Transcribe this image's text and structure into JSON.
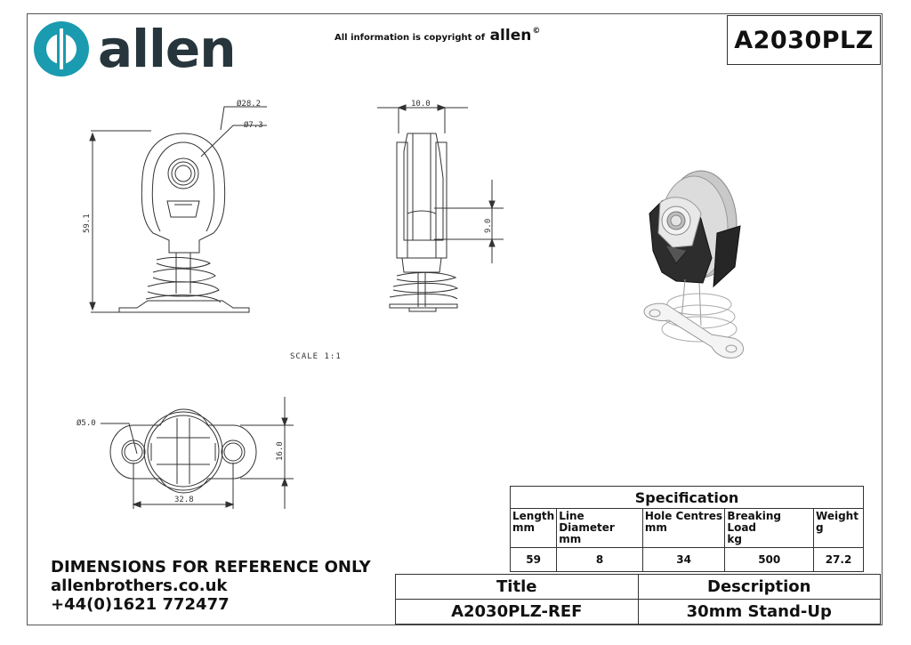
{
  "brand": {
    "wordmark": "allen",
    "logo": "allen-logo-icon"
  },
  "copyright": {
    "text": "All information is copyright of",
    "brand": "allen",
    "symbol": "©"
  },
  "part_number": "A2030PLZ",
  "drawing": {
    "dims": {
      "outer_dia": "Ø28.2",
      "bore_dia": "Ø7.3",
      "length": "59.1",
      "width": "10.0",
      "line": "9.0",
      "hole_dia": "Ø5.0",
      "base_height": "16.0",
      "hole_spacing": "32.8"
    },
    "scale": "SCALE 1:1"
  },
  "spec": {
    "title": "Specification",
    "headers": [
      [
        "Length",
        "mm"
      ],
      [
        "Line Diameter",
        "mm"
      ],
      [
        "Hole Centres",
        "mm"
      ],
      [
        "Breaking Load",
        "kg"
      ],
      [
        "Weight",
        "g"
      ]
    ],
    "values": [
      "59",
      "8",
      "34",
      "500",
      "27.2"
    ]
  },
  "footer": {
    "note": "DIMENSIONS FOR REFERENCE ONLY",
    "website": "allenbrothers.co.uk",
    "phone": "+44(0)1621 772477"
  },
  "titleblock": {
    "title_label": "Title",
    "description_label": "Description",
    "title_value": "A2030PLZ-REF",
    "description_value": "30mm Stand-Up"
  },
  "colors": {
    "logo_teal": "#1a9bb0",
    "wordmark": "#27353c"
  }
}
